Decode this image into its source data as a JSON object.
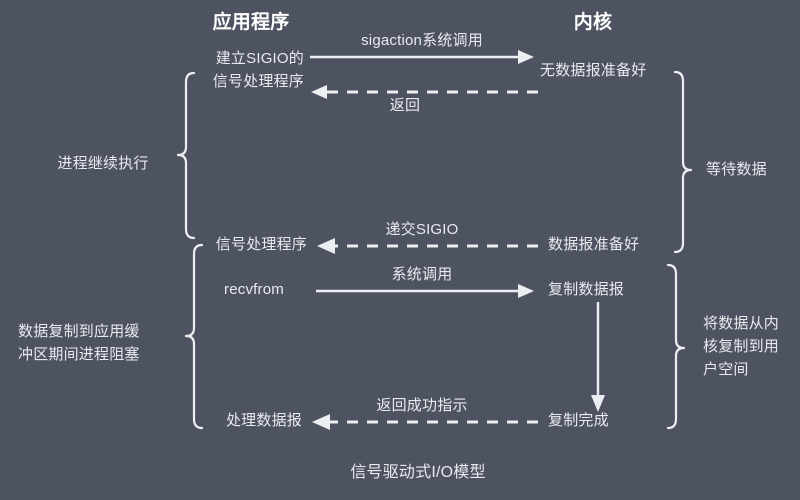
{
  "diagram": {
    "caption": "信号驱动式I/O模型",
    "background_color": "#4e5361",
    "text_color": "#e9eaf0",
    "columns": [
      {
        "id": "application",
        "label": "应用程序"
      },
      {
        "id": "kernel",
        "label": "内核"
      }
    ],
    "application_nodes": [
      {
        "id": "establish-sigio-handler-line1",
        "label": "建立SIGIO的"
      },
      {
        "id": "establish-sigio-handler-line2",
        "label": "信号处理程序"
      },
      {
        "id": "signal-handler",
        "label": "信号处理程序"
      },
      {
        "id": "recvfrom",
        "label": "recvfrom"
      },
      {
        "id": "process-datagram",
        "label": "处理数据报"
      }
    ],
    "kernel_nodes": [
      {
        "id": "no-datagram-ready",
        "label": "无数据报准备好"
      },
      {
        "id": "datagram-ready",
        "label": "数据报准备好"
      },
      {
        "id": "copy-datagram",
        "label": "复制数据报"
      },
      {
        "id": "copy-complete",
        "label": "复制完成"
      }
    ],
    "arrows": [
      {
        "id": "sigaction-syscall",
        "label": "sigaction系统调用",
        "style": "solid",
        "direction": "right"
      },
      {
        "id": "return",
        "label": "返回",
        "style": "dashed",
        "direction": "left"
      },
      {
        "id": "deliver-sigio",
        "label": "递交SIGIO",
        "style": "dashed",
        "direction": "left"
      },
      {
        "id": "system-call",
        "label": "系统调用",
        "style": "solid",
        "direction": "right"
      },
      {
        "id": "return-success-indication",
        "label": "返回成功指示",
        "style": "dashed",
        "direction": "left"
      },
      {
        "id": "kernel-copy-progress",
        "label": "",
        "style": "solid",
        "direction": "down"
      }
    ],
    "braces": [
      {
        "id": "process-continues",
        "side": "left",
        "label": "进程继续执行"
      },
      {
        "id": "process-blocked-during-copy",
        "side": "left",
        "label": "数据复制到应用缓冲区期间进程阻塞"
      },
      {
        "id": "process-blocked-line1",
        "side": "left",
        "label": "数据复制到应用缓"
      },
      {
        "id": "process-blocked-line2",
        "side": "left",
        "label": "冲区期间进程阻塞"
      },
      {
        "id": "waiting-for-data",
        "side": "right",
        "label": "等待数据"
      },
      {
        "id": "copy-data-line1",
        "side": "right",
        "label": "将数据从内"
      },
      {
        "id": "copy-data-line2",
        "side": "right",
        "label": "核复制到用"
      },
      {
        "id": "copy-data-line3",
        "side": "right",
        "label": "户空间"
      }
    ]
  }
}
